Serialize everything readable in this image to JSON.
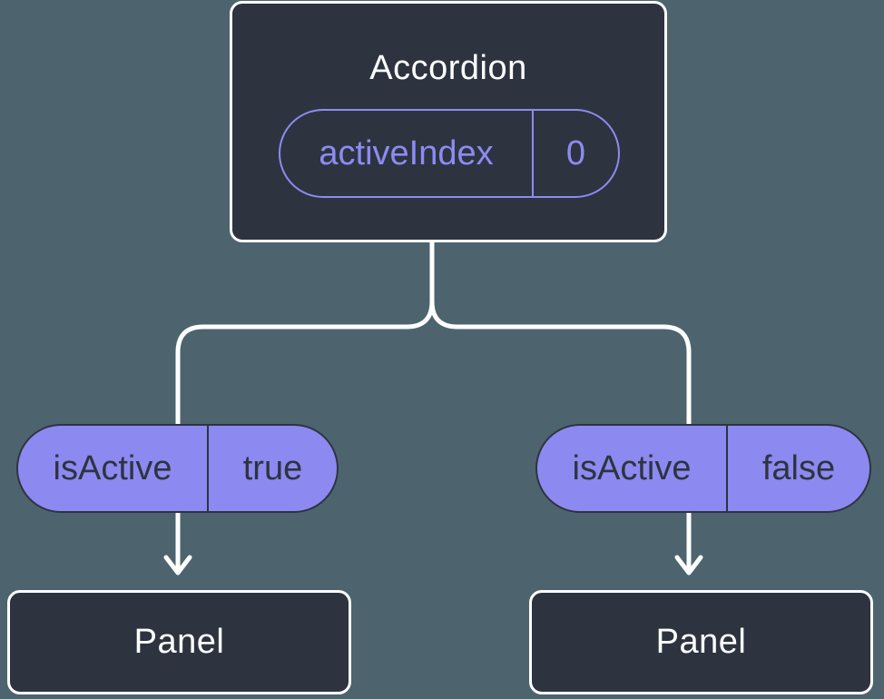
{
  "diagram": {
    "root": {
      "title": "Accordion",
      "prop": {
        "name": "activeIndex",
        "value": "0"
      }
    },
    "branches": [
      {
        "prop": {
          "name": "isActive",
          "value": "true"
        },
        "node": {
          "title": "Panel"
        }
      },
      {
        "prop": {
          "name": "isActive",
          "value": "false"
        },
        "node": {
          "title": "Panel"
        }
      }
    ]
  },
  "colors": {
    "background": "#4d646f",
    "box_fill": "#2d3440",
    "box_border": "#ffffff",
    "pill_fill": "#8c89f0",
    "pill_outline": "#8d8bf2",
    "connector": "#ffffff",
    "text_light": "#ffffff",
    "text_dark": "#2d3440"
  }
}
